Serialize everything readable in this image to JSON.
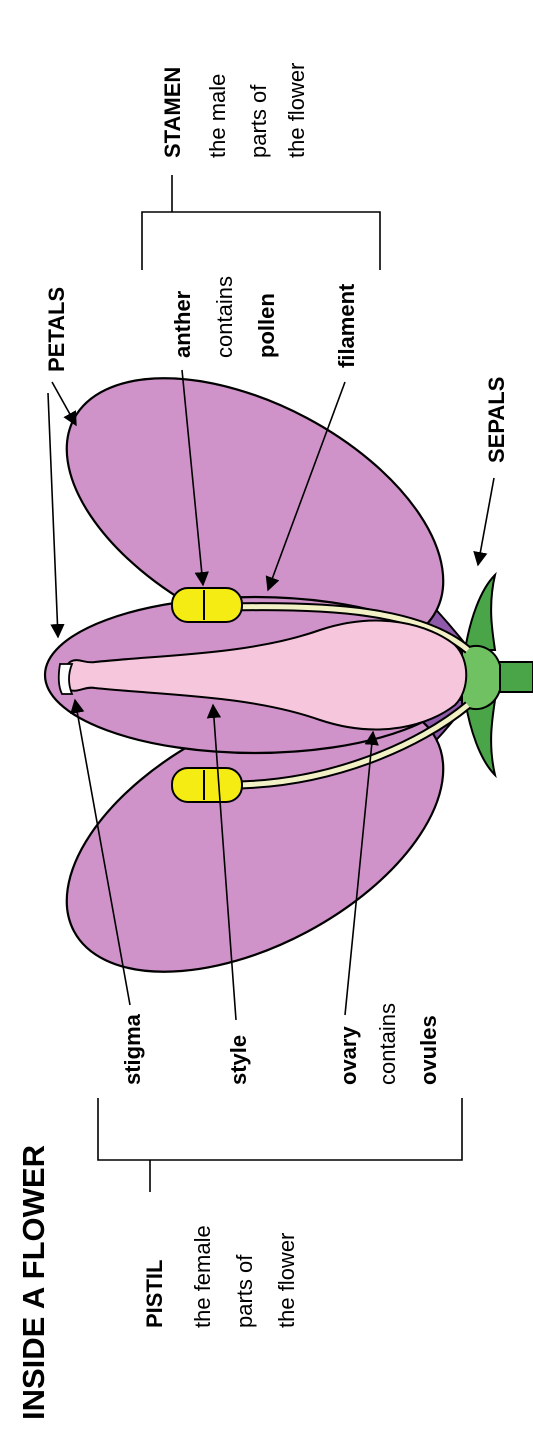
{
  "title": "INSIDE A FLOWER",
  "stamen": {
    "heading": "STAMEN",
    "desc_line1": "the male",
    "desc_line2": "parts of",
    "desc_line3": "the flower",
    "anther": "anther",
    "anther_contains": "contains",
    "anther_pollen": "pollen",
    "filament": "filament"
  },
  "petals": "PETALS",
  "sepals": "SEPALS",
  "pistil": {
    "heading": "PISTIL",
    "desc_line1": "the female",
    "desc_line2": "parts of",
    "desc_line3": "the flower",
    "stigma": "stigma",
    "style": "style",
    "ovary": "ovary",
    "ovary_contains": "contains",
    "ovary_ovules": "ovules"
  },
  "colors": {
    "petal": "#cf92c9",
    "petal_dark": "#8f5aa9",
    "pistil": "#f5c6dc",
    "anther": "#f4ec12",
    "filament": "#f2f1c6",
    "stem": "#4aa548",
    "sepal": "#6fc162"
  }
}
